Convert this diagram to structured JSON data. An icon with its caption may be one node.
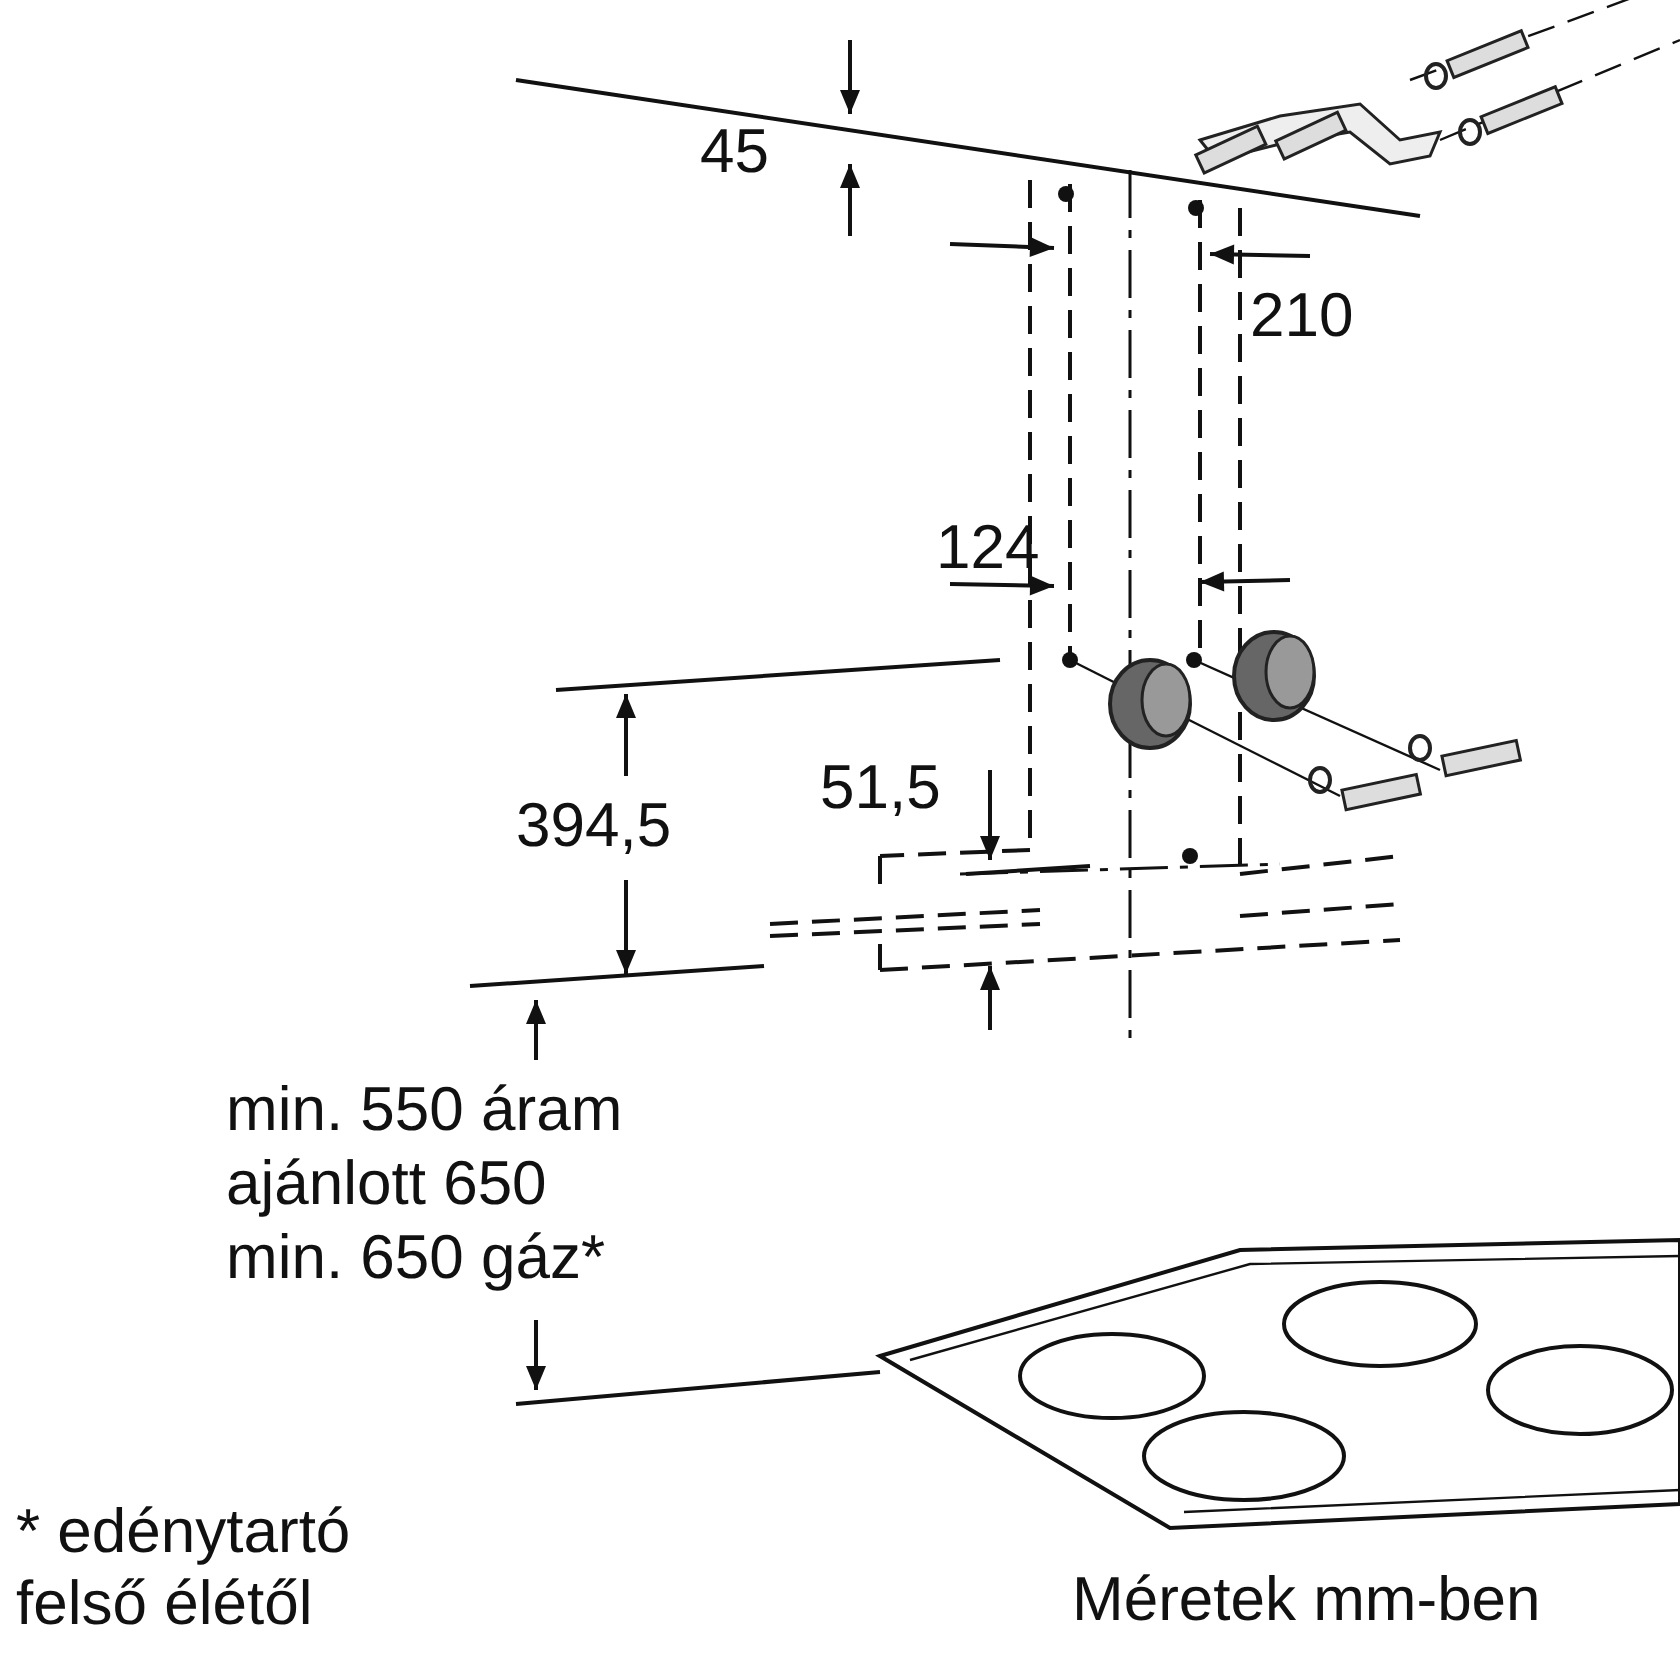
{
  "diagram": {
    "labels": [
      "45",
      "210",
      "124",
      "394,5",
      "51,5",
      "min. 550 áram",
      "ajánlott 650",
      "min. 650 gáz*",
      "* edénytartó felső élétől",
      "Méretek mm-ben"
    ]
  }
}
